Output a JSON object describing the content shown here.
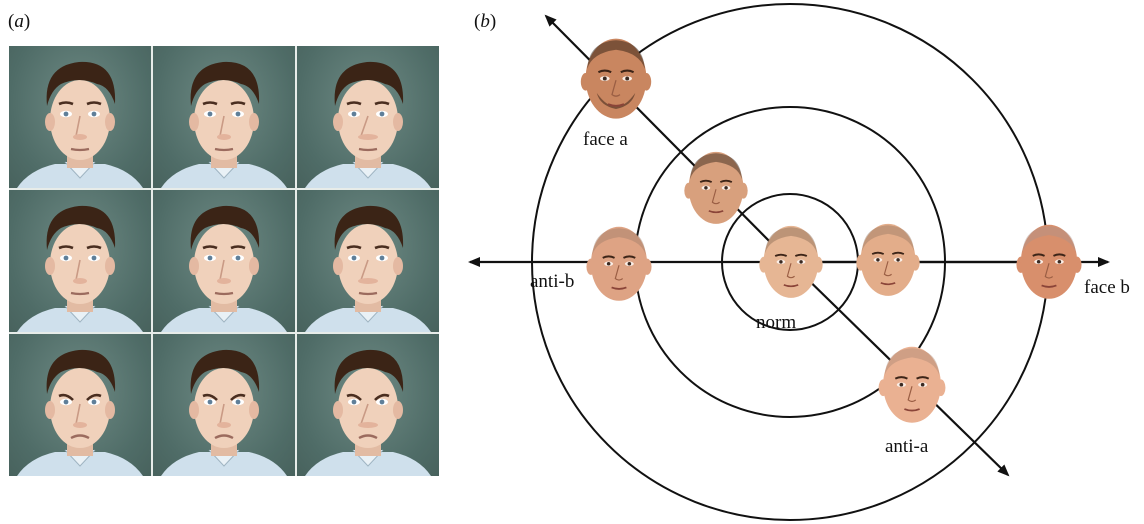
{
  "panel_a": {
    "label_prefix": "(",
    "label_letter": "a",
    "label_suffix": ")",
    "rows": [
      {
        "cells": [
          {
            "variant": "normal"
          },
          {
            "variant": "normal"
          },
          {
            "variant": "wide-nose"
          }
        ]
      },
      {
        "cells": [
          {
            "variant": "normal"
          },
          {
            "variant": "normal"
          },
          {
            "variant": "wide-nose"
          }
        ]
      },
      {
        "cells": [
          {
            "variant": "frown"
          },
          {
            "variant": "frown"
          },
          {
            "variant": "frown-wide-nose"
          }
        ]
      }
    ],
    "colors": {
      "background": "#55716c",
      "shirt": "#cfe0ec",
      "hair": "#3b2416",
      "skin": "#f0d1bb"
    }
  },
  "panel_b": {
    "label_prefix": "(",
    "label_letter": "b",
    "label_suffix": ")",
    "labels": {
      "face_a": "face a",
      "face_b": "face b",
      "anti_a": "anti-a",
      "anti_b": "anti-b",
      "norm": "norm"
    },
    "faces": [
      {
        "id": "face-a",
        "skin": "#c98660",
        "hair": "#1e130c",
        "beard": true
      },
      {
        "id": "mid-a",
        "skin": "#d8a07d",
        "hair": "#2e2016",
        "beard": false
      },
      {
        "id": "norm",
        "skin": "#e6b694",
        "hair": "#8a6a55",
        "beard": false
      },
      {
        "id": "mid-b",
        "skin": "#e3ad8a",
        "hair": "#9a7963",
        "beard": false
      },
      {
        "id": "face-b",
        "skin": "#d88f6c",
        "hair": "#b0938a",
        "beard": false
      },
      {
        "id": "anti-b",
        "skin": "#dea384",
        "hair": "#a07f6b",
        "beard": false
      },
      {
        "id": "anti-a",
        "skin": "#eab192",
        "hair": "#b08a76",
        "beard": false
      }
    ],
    "colors": {
      "line": "#111111"
    }
  }
}
